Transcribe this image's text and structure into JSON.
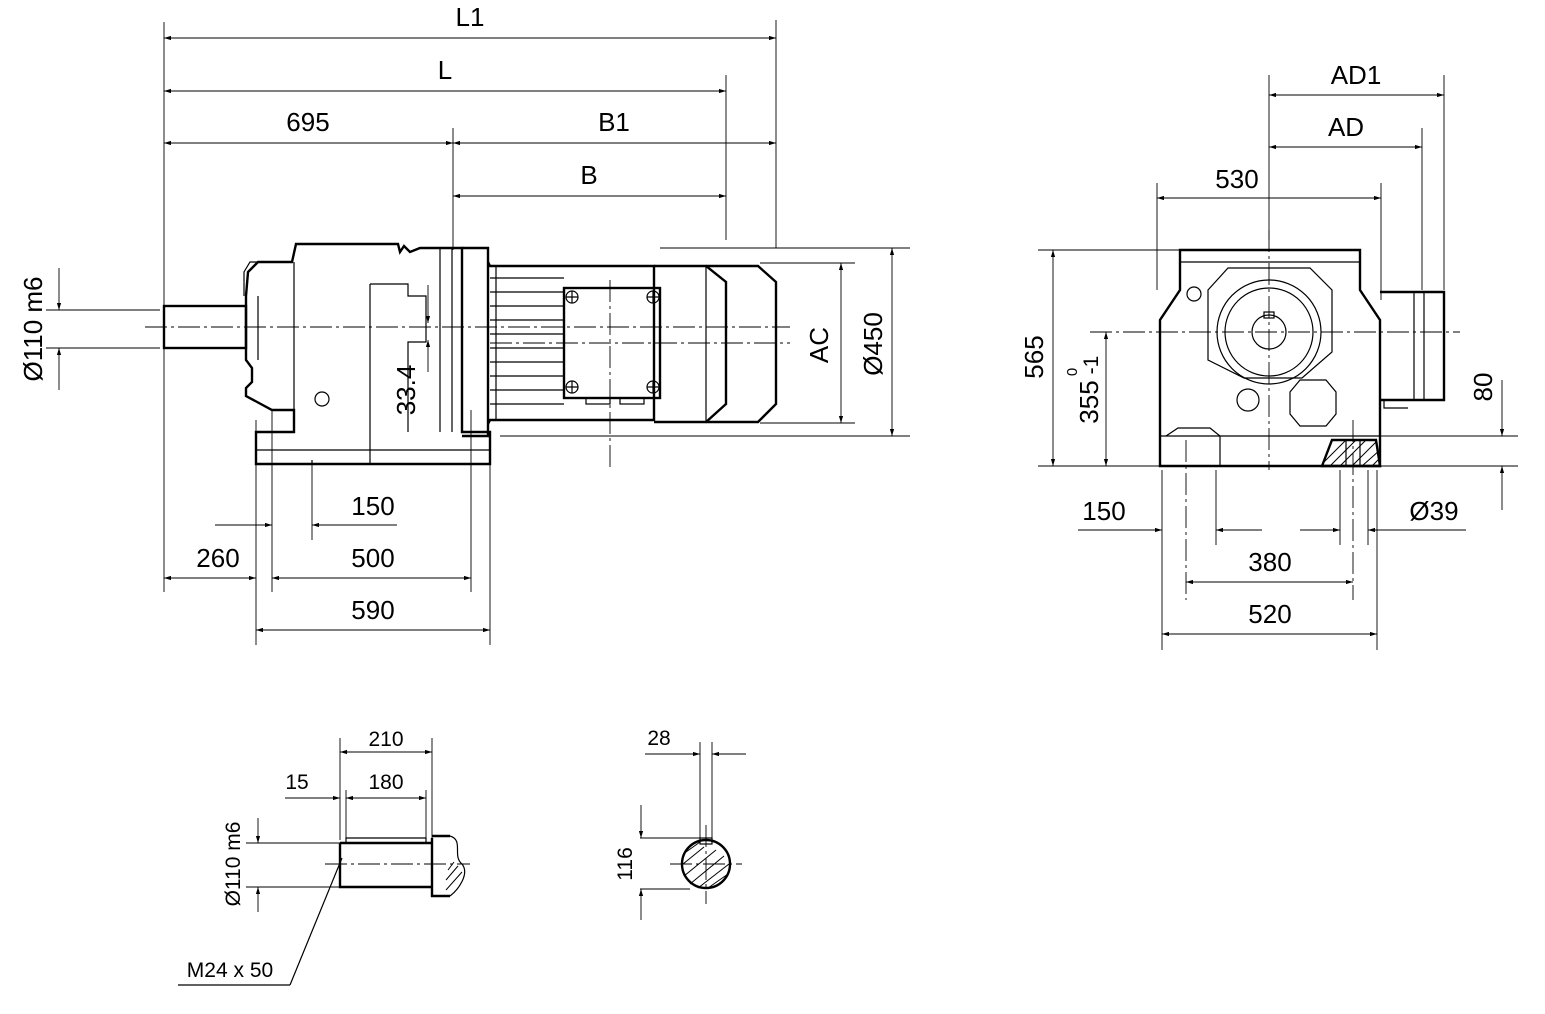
{
  "side_view": {
    "labels": {
      "L1": "L1",
      "L": "L",
      "d695": "695",
      "B1": "B1",
      "B": "B",
      "shaft_dia": "Ø110 m6",
      "d33_4": "33.4",
      "AC": "AC",
      "d450": "Ø450",
      "d150": "150",
      "d260": "260",
      "d500": "500",
      "d590": "590"
    }
  },
  "end_view": {
    "labels": {
      "AD1": "AD1",
      "AD": "AD",
      "d530": "530",
      "d565": "565",
      "h355": "355",
      "tol_upper": "0",
      "tol_lower": "-1",
      "d80": "80",
      "d150": "150",
      "d39": "Ø39",
      "d380": "380",
      "d520": "520"
    }
  },
  "shaft_detail": {
    "labels": {
      "d210": "210",
      "d15": "15",
      "d180": "180",
      "shaft_dia": "Ø110 m6",
      "thread": "M24 x 50"
    }
  },
  "key_section": {
    "labels": {
      "d28": "28",
      "d116": "116"
    }
  },
  "colors": {
    "line": "#000000",
    "background": "#ffffff"
  }
}
